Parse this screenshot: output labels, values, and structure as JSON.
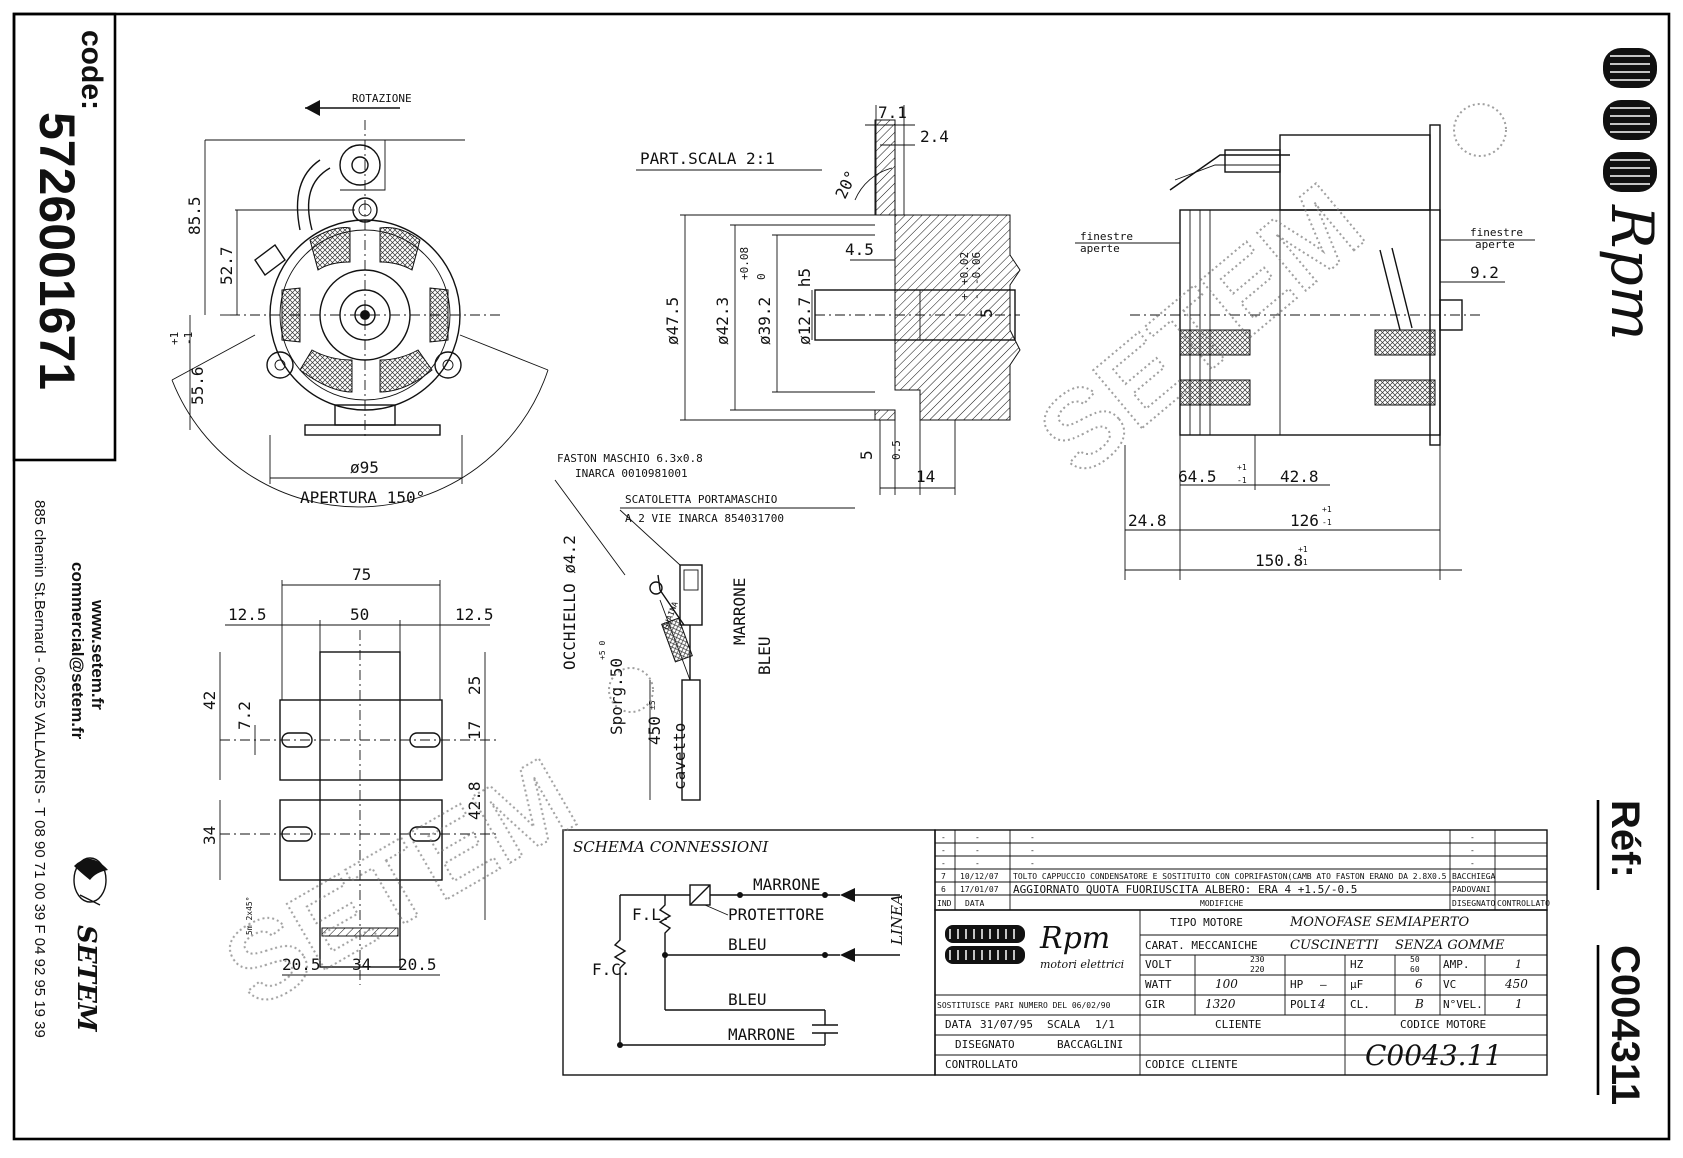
{
  "sidebar": {
    "code_label": "code:",
    "code_value": "5726001671",
    "website": "www.setem.fr",
    "email": "commercial@setem.fr",
    "address": "885 chemin St.Bernard - 06225 VALLAURIS - T 08 90 71 00 39  F 04 92 95 19 39",
    "brand": "SETEM"
  },
  "right_panel": {
    "logo_text": "Rpm",
    "ref_label": "Réf:",
    "ref_value": "C004311"
  },
  "watermark": "SETEM",
  "front_view": {
    "rotation_label": "ROTAZIONE",
    "opening_label": "APERTURA 150°",
    "dims": [
      "85.5",
      "52.7",
      "55.6",
      "+1",
      "-1",
      "ø95"
    ]
  },
  "detail_view": {
    "title": "PART.SCALA 2:1",
    "dims": [
      "7.1",
      "2.4",
      "20°",
      "4.5",
      "ø47.5",
      "ø42.3",
      "ø39.2",
      "+0.08",
      "0",
      "ø12.7 h5",
      "+0.02",
      "-0.06",
      "+",
      "-",
      "5",
      "0.5",
      "5",
      "14"
    ]
  },
  "side_view": {
    "left_window": [
      "finestre",
      "aperte"
    ],
    "right_window": [
      "finestre",
      "aperte"
    ],
    "dims": [
      "9.2",
      "64.5",
      "+1",
      "-1",
      "42.8",
      "24.8",
      "126",
      "+1",
      "-1",
      "150.8",
      "+1",
      "-1"
    ]
  },
  "base_view": {
    "dims": [
      "75",
      "12.5",
      "50",
      "12.5",
      "42",
      "7.2",
      "25",
      "17",
      "42.8",
      "34",
      "20.5",
      "34",
      "20.5",
      "5m 2x45°"
    ]
  },
  "cable": {
    "faston": "FASTON MASCHIO 6.3x0.8",
    "faston_part": "INARCA 0010981001",
    "box": "SCATOLETTA PORTAMASCHIO",
    "box_part": "A 2 VIE INARCA 854031700",
    "eyelet": "OCCHIELLO ø4.2",
    "marrone": "MARRONE",
    "bleu": "BLEU",
    "sporg": "Sporg.50",
    "sporg_tol": "+5 0",
    "len": "450",
    "len_tol": "±5",
    "cavetto": "cavetto",
    "guaina": "GUAINA"
  },
  "schema": {
    "title": "SCHEMA CONNESSIONI",
    "labels": {
      "marrone_top": "MARRONE",
      "protettore": "PROTETTORE",
      "bleu_mid": "BLEU",
      "bleu_low": "BLEU",
      "marrone_low": "MARRONE",
      "fl": "F.L.",
      "fc": "F.C.",
      "linea": "LINEA"
    }
  },
  "revisions": {
    "rows": [
      {
        "n": "-",
        "date": "-",
        "text": "-",
        "by": "-"
      },
      {
        "n": "-",
        "date": "-",
        "text": "-",
        "by": "-"
      },
      {
        "n": "-",
        "date": "-",
        "text": "-",
        "by": "-"
      },
      {
        "n": "7",
        "date": "10/12/07",
        "text": "TOLTO CAPPUCCIO CONDENSATORE E SOSTITUITO CON COPRIFASTON(CAMB ATO FASTON ERANO DA 2.8X0.5",
        "by": "BACCHIEGA"
      },
      {
        "n": "6",
        "date": "17/01/07",
        "text": "AGGIORNATO QUOTA FUORIUSCITA ALBERO: ERA 4 +1.5/-0.5",
        "by": "PADOVANI"
      }
    ],
    "header": {
      "n": "IND",
      "date": "DATA",
      "text": "MODIFICHE",
      "drawn": "DISEGNATO",
      "checked": "CONTROLLATO"
    }
  },
  "titleblock": {
    "logo_text": "Rpm",
    "logo_sub": "motori elettrici",
    "tipo_motore_label": "TIPO MOTORE",
    "tipo_motore": "MONOFASE SEMIAPERTO",
    "carat_label": "CARAT. MECCANICHE",
    "carat_1": "CUSCINETTI",
    "carat_2": "SENZA GOMME",
    "volt_label": "VOLT",
    "volt_top": "230",
    "volt_bot": "220",
    "hz_label": "HZ",
    "hz_top": "50",
    "hz_bot": "60",
    "amp_label": "AMP.",
    "amp": "1",
    "watt_label": "WATT",
    "watt": "100",
    "hp_label": "HP",
    "hp": "—",
    "uf_label": "µF",
    "uf": "6",
    "vc_label": "VC",
    "vc": "450",
    "gir_label": "GIR",
    "gir": "1320",
    "poli_label": "POLI",
    "poli": "4",
    "cl_label": "CL.",
    "cl": "B",
    "nvel_label": "N°VEL.",
    "nvel": "1",
    "sostituisce": "SOSTITUISCE PARI NUMERO DEL 06/02/90",
    "data_label": "DATA",
    "data": "31/07/95",
    "scala_label": "SCALA",
    "scala": "1/1",
    "disegnato_label": "DISEGNATO",
    "disegnato": "BACCAGLINI",
    "controllato_label": "CONTROLLATO",
    "cliente_label": "CLIENTE",
    "cod_cliente_label": "CODICE CLIENTE",
    "codice_motore_label": "CODICE MOTORE",
    "codice_motore": "C0043.11"
  }
}
